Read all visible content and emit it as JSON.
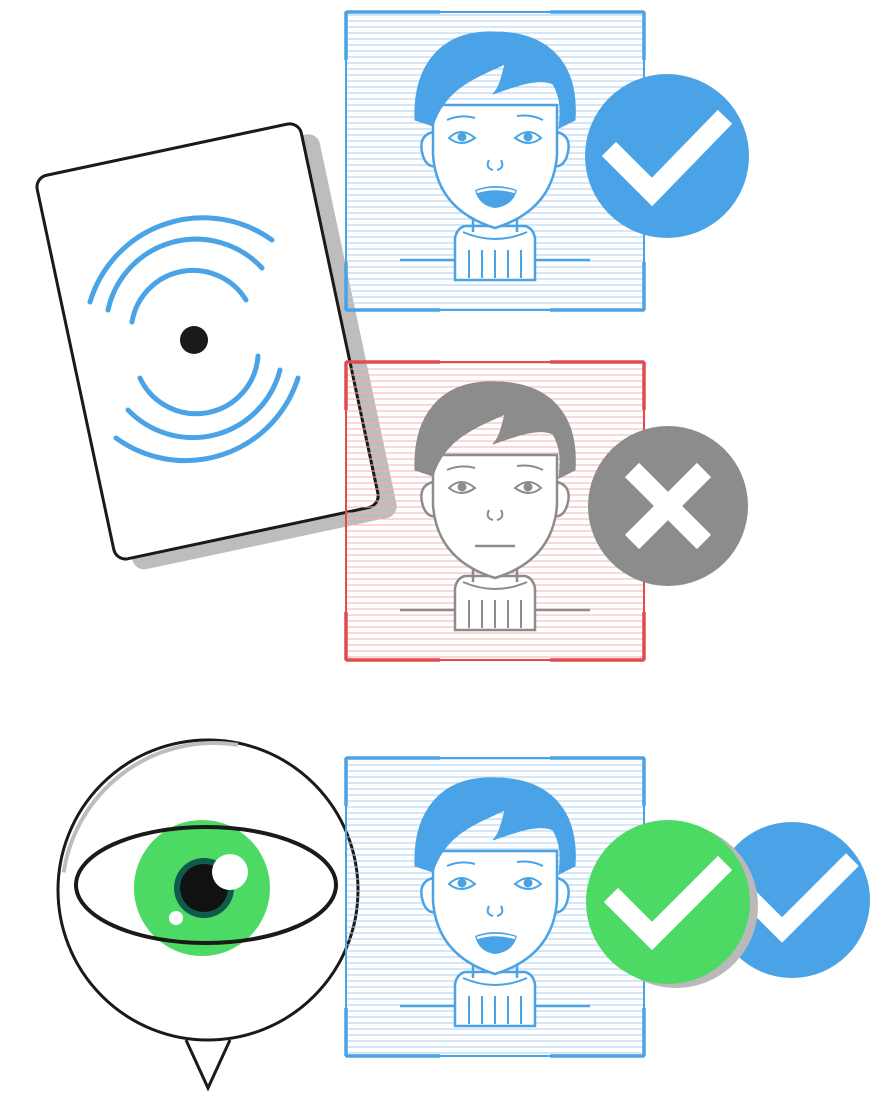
{
  "colors": {
    "accent_blue": "#4aa3e6",
    "fail_red": "#e24b4b",
    "neutral_gray": "#8c8c8c",
    "success_green": "#4cd964",
    "iris_green": "#4cd964",
    "card_shadow": "#bdbdbd"
  },
  "icons": {
    "contactless_card": "contactless-card-icon",
    "match_check": "check-circle-icon",
    "reject_cross": "x-circle-icon",
    "liveness_eye": "eye-icon"
  },
  "panels": [
    {
      "name": "face-match-success",
      "status": "match"
    },
    {
      "name": "face-match-failed",
      "status": "no-match"
    },
    {
      "name": "face-liveness-verified",
      "status": "verified"
    }
  ]
}
